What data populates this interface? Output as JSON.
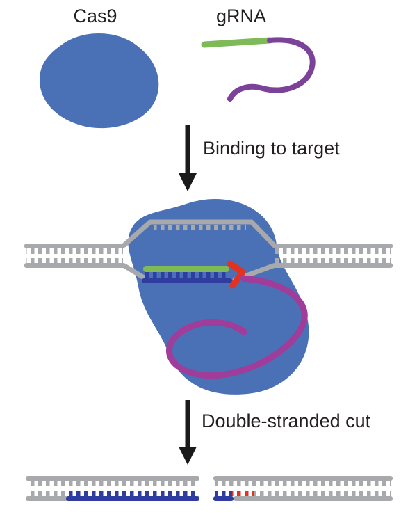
{
  "labels": {
    "cas9": "Cas9",
    "grna": "gRNA",
    "step1": "Binding to target",
    "step2": "Double-stranded cut"
  },
  "steps": [
    {
      "order": 1,
      "label": "Binding to target"
    },
    {
      "order": 2,
      "label": "Double-stranded cut"
    }
  ],
  "components": {
    "protein": "Cas9 protein blob",
    "guide_rna": "gRNA (green spacer + purple scaffold)",
    "dna": "double-stranded DNA (gray ladder)",
    "target_strand": "target sequence (dark blue)",
    "pam_site": "PAM / cut site (red)"
  },
  "colors": {
    "cas9_protein_blue": "#4a71b6",
    "grna_spacer_green": "#7eba57",
    "grna_scaffold_purple": "#7c4199",
    "bound_grna_magenta": "#a03c99",
    "dna_gray": "#a7a9ac",
    "target_strand_blue": "#2e3d9f",
    "pam_red": "#e23222",
    "arrow_black": "#1a1a1a",
    "background": "#ffffff"
  }
}
